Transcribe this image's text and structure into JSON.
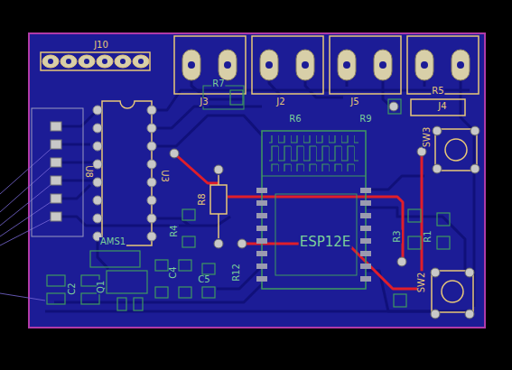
{
  "diagram": {
    "labels": [
      "J10",
      "R7",
      "J3",
      "J2",
      "R6",
      "J5",
      "R9",
      "R5",
      "J4",
      "SW3",
      "U8",
      "U3",
      "R8",
      "ESP12E",
      "AMS1",
      "R4",
      "C2",
      "Q1",
      "C4",
      "C5",
      "R12",
      "R3",
      "R1",
      "SW2"
    ]
  }
}
